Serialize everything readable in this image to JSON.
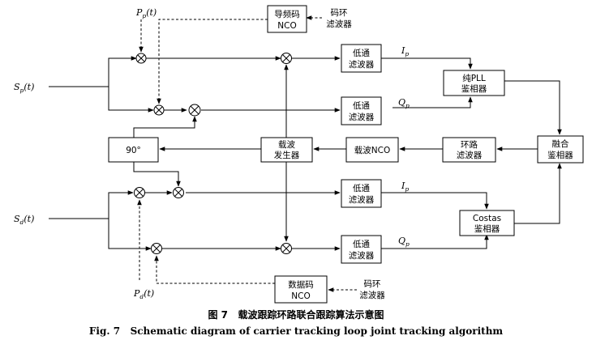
{
  "blocks": {
    "pilot_nco": [
      "导频码",
      "NCO"
    ],
    "code_loop_filter_top": [
      "码环",
      "滤波器"
    ],
    "lpf_ip_top": [
      "低通",
      "滤波器"
    ],
    "lpf_qp_top": [
      "低通",
      "滤波器"
    ],
    "pure_pll": [
      "纯PLL",
      "鉴相器"
    ],
    "ninety": "90°",
    "carrier_generator": [
      "载波",
      "发生器"
    ],
    "carrier_nco": "载波NCO",
    "loop_filter": [
      "环路",
      "滤波器"
    ],
    "fusion": [
      "融合",
      "鉴相器"
    ],
    "lpf_ip_bottom": [
      "低通",
      "滤波器"
    ],
    "costas": [
      "Costas",
      "鉴相器"
    ],
    "lpf_qp_bottom": [
      "低通",
      "滤波器"
    ],
    "data_nco": [
      "数据码",
      "NCO"
    ],
    "code_loop_filter_bottom": [
      "码环",
      "滤波器"
    ]
  },
  "signals": {
    "sp": {
      "base": "S",
      "sub": "p",
      "arg": "(t)"
    },
    "sd": {
      "base": "S",
      "sub": "d",
      "arg": "(t)"
    },
    "pp": {
      "base": "P",
      "sub": "p",
      "arg": "(t)"
    },
    "pd": {
      "base": "P",
      "sub": "d",
      "arg": "(t)"
    },
    "ip_top": {
      "base": "I",
      "sub": "p"
    },
    "qp_top": {
      "base": "Q",
      "sub": "p"
    },
    "ip_bottom": {
      "base": "I",
      "sub": "p"
    },
    "qp_bottom": {
      "base": "Q",
      "sub": "p"
    }
  },
  "caption": {
    "cn": "图 7   载波跟踪环路联合跟踪算法示意图",
    "en": "Fig. 7   Schematic diagram of carrier tracking loop joint tracking algorithm"
  }
}
